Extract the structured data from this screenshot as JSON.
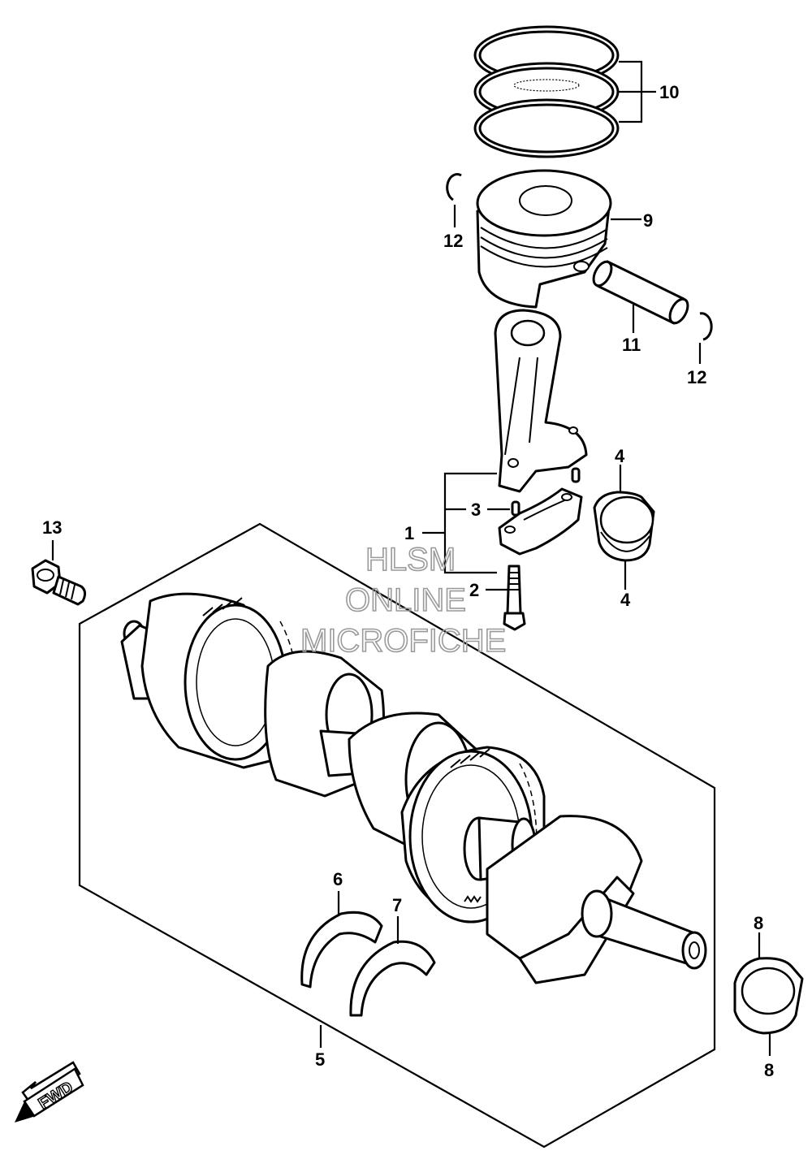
{
  "callouts": {
    "c1": "1",
    "c2": "2",
    "c3": "3",
    "c4a": "4",
    "c4b": "4",
    "c5": "5",
    "c6": "6",
    "c7": "7",
    "c8a": "8",
    "c8b": "8",
    "c9": "9",
    "c10": "10",
    "c11": "11",
    "c12a": "12",
    "c12b": "12",
    "c13": "13"
  },
  "watermark": {
    "line1": "HLSM",
    "line2": "ONLINE",
    "line3": "MICROFICHE"
  },
  "fwd_label": "FWD"
}
